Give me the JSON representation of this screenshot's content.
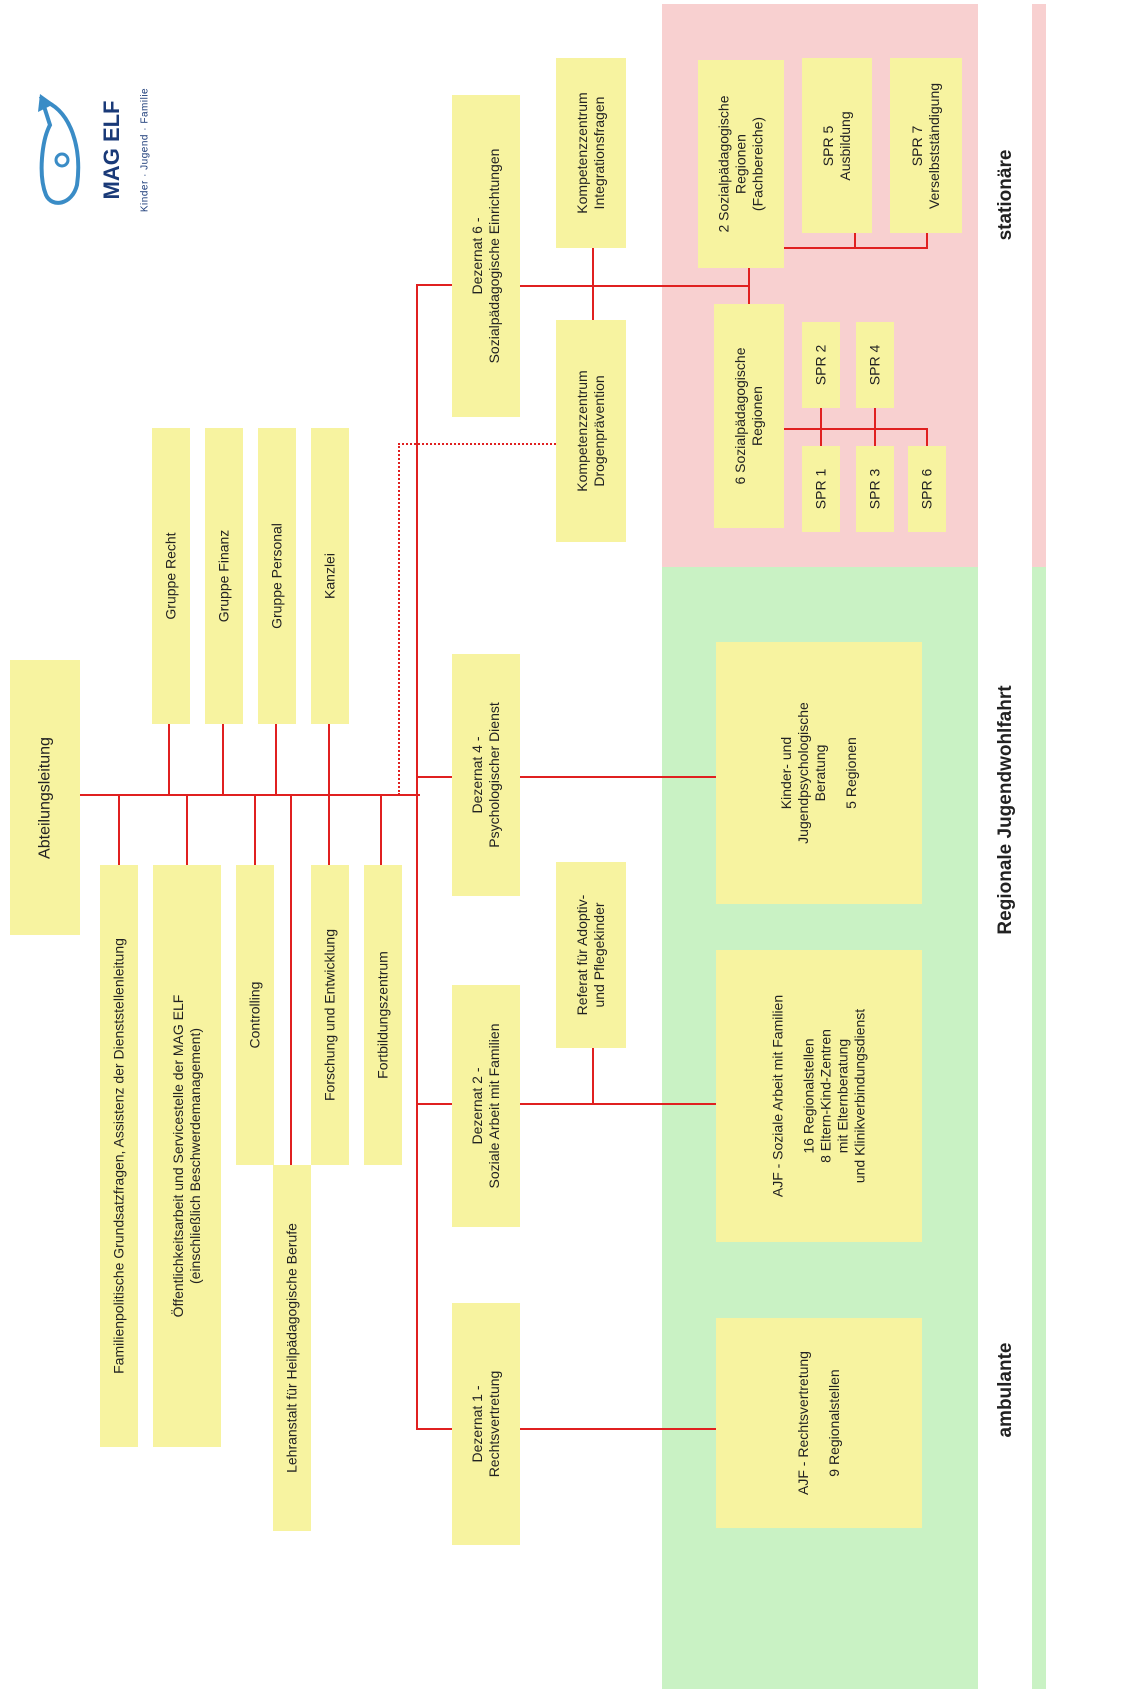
{
  "logo": {
    "name": "MAG ELF",
    "subtitle": "Kinder · Jugend · Familie",
    "colors": {
      "fish": "#3a8cc6",
      "name": "#1a3a78",
      "accent": "#e8203a"
    }
  },
  "colors": {
    "box": "#f7f3a0",
    "line": "#e02020",
    "zone_stationaer": "#f8d0d0",
    "zone_ambulant": "#c9f2c4"
  },
  "sections": {
    "stationaer": "stationäre",
    "regional": "Regionale Jugendwohlfahrt",
    "ambulant": "ambulante"
  },
  "boxes": {
    "abteilungsleitung": "Abteilungsleitung",
    "gruppe_recht": "Gruppe Recht",
    "gruppe_finanz": "Gruppe Finanz",
    "gruppe_personal": "Gruppe Personal",
    "kanzlei": "Kanzlei",
    "familienpolitik": "Familienpolitische Grundsatzfragen, Assistenz der Dienststellenleitung",
    "oeffentlichkeit": [
      "Öffentlichkeitsarbeit und Servicestelle der MAG ELF",
      "(einschließlich Beschwerdemanagement)"
    ],
    "controlling": "Controlling",
    "lehranstalt": "Lehranstalt für Heilpädagogische Berufe",
    "forschung": "Forschung und Entwicklung",
    "fortbildung": "Fortbildungszentrum",
    "dezernat6": [
      "Dezernat 6 -",
      "Sozialpädagogische Einrichtungen"
    ],
    "dezernat4": [
      "Dezernat 4 -",
      "Psychologischer Dienst"
    ],
    "dezernat2": [
      "Dezernat 2 -",
      "Soziale Arbeit mit Familien"
    ],
    "dezernat1": [
      "Dezernat 1 -",
      "Rechtsvertretung"
    ],
    "kompetenz_integration": [
      "Kompetenzzentrum",
      "Integrationsfragen"
    ],
    "kompetenz_drogen": [
      "Kompetenzzentrum",
      "Drogenprävention"
    ],
    "referat_adoptiv": [
      "Referat für Adoptiv-",
      "und Pflegekinder"
    ],
    "soz_regionen_fach": [
      "2 Sozialpädagogische",
      "Regionen",
      "(Fachbereiche)"
    ],
    "spr5": [
      "SPR 5",
      "Ausbildung"
    ],
    "spr7": [
      "SPR 7",
      "Verselbstständigung"
    ],
    "soz_regionen_6": [
      "6 Sozialpädagogische",
      "Regionen"
    ],
    "spr1": "SPR 1",
    "spr2": "SPR 2",
    "spr3": "SPR 3",
    "spr4": "SPR 4",
    "spr6": "SPR 6",
    "kjp": {
      "lines": [
        "Kinder- und",
        "Jugendpsychologische",
        "Beratung"
      ],
      "sub": "5 Regionen"
    },
    "ajf_familien": {
      "title": "AJF - Soziale Arbeit mit Familien",
      "sub": [
        "16 Regionalstellen",
        "8 Eltern-Kind-Zentren",
        "mit Elternberatung",
        "und Klinikverbindungsdienst"
      ]
    },
    "ajf_recht": {
      "title": "AJF - Rechtsvertretung",
      "sub": "9 Regionalstellen"
    }
  }
}
